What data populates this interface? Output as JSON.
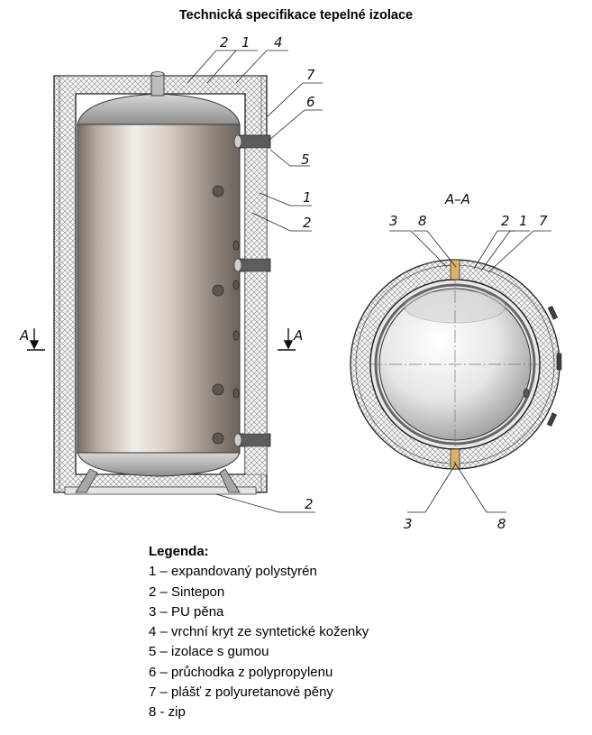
{
  "title": "Technická specifikace tepelné izolace",
  "section_label": "A–A",
  "cut_marker": "A",
  "callouts": {
    "n1": "1",
    "n2": "2",
    "n3": "3",
    "n4": "4",
    "n5": "5",
    "n6": "6",
    "n7": "7",
    "n8": "8"
  },
  "legend": {
    "heading": "Legenda:",
    "items": [
      "1 – expandovaný polystyrén",
      "2 – Sintepon",
      "3 – PU pěna",
      "4 – vrchní kryt ze syntetické koženky",
      "5 – izolace s gumou",
      "6 – průchodka z polypropylenu",
      "7 – plášť z polyuretanové pěny",
      "8 - zip"
    ]
  },
  "colors": {
    "tank_light": "#f2ece6",
    "tank_mid": "#b9ada3",
    "tank_dark": "#6f665f",
    "insulation_fill": "#f4f4f4",
    "zip": "#d8b26a"
  }
}
